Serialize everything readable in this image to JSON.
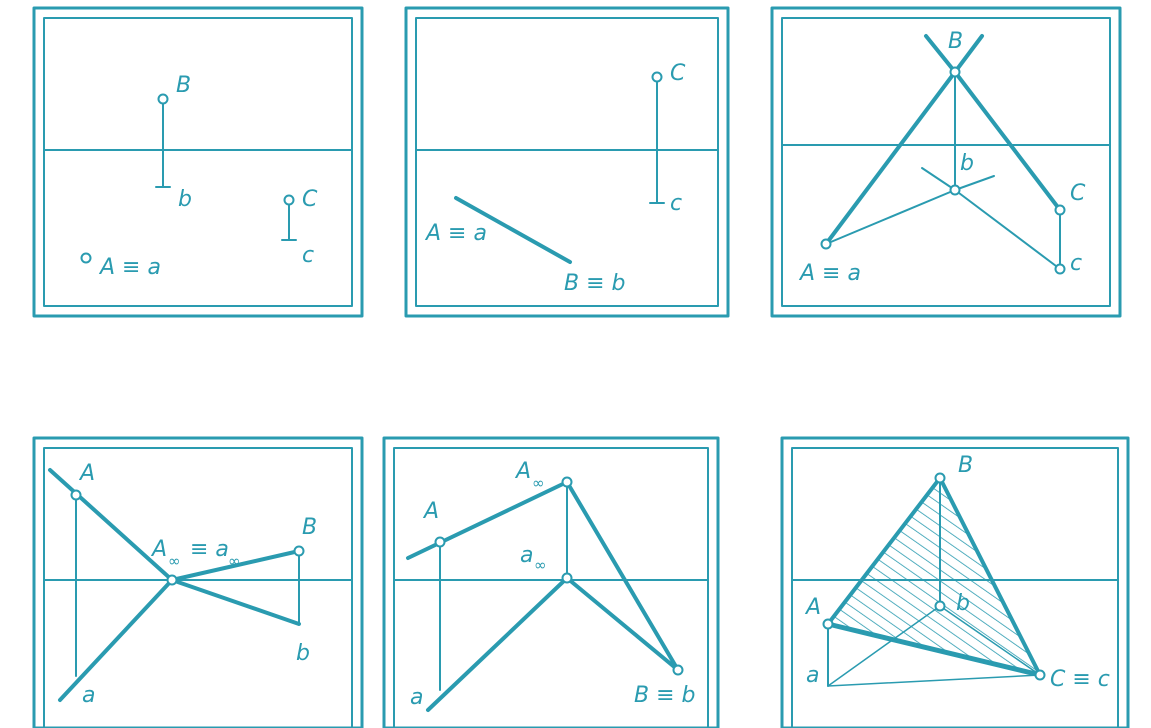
{
  "colors": {
    "ink": "#2a9bb0",
    "background": "#ffffff"
  },
  "panels": [
    {
      "id": "p1",
      "labels": {
        "B": "B",
        "b": "b",
        "C": "C",
        "c": "c",
        "A_eq_a": "A ≡ a"
      }
    },
    {
      "id": "p2",
      "labels": {
        "C": "C",
        "c": "c",
        "A_eq_a": "A ≡ a",
        "B_eq_b": "B ≡ b"
      }
    },
    {
      "id": "p3",
      "labels": {
        "B": "B",
        "b": "b",
        "C": "C",
        "c": "c",
        "A_eq_a": "A ≡ a"
      }
    },
    {
      "id": "p4",
      "labels": {
        "A": "A",
        "a": "a",
        "A_inf": "A",
        "A_inf_sub": "∞",
        "equiv": "≡ a",
        "a_inf_sub": "∞",
        "B": "B",
        "b": "b"
      }
    },
    {
      "id": "p5",
      "labels": {
        "A": "A",
        "a": "a",
        "A_inf": "A",
        "A_inf_sub": "∞",
        "a_inf": "a",
        "a_inf_sub": "∞",
        "B_eq_b": "B ≡ b"
      }
    },
    {
      "id": "p6",
      "labels": {
        "B": "B",
        "b": "b",
        "A": "A",
        "a": "a",
        "C_eq_c": "C ≡ c"
      }
    }
  ]
}
